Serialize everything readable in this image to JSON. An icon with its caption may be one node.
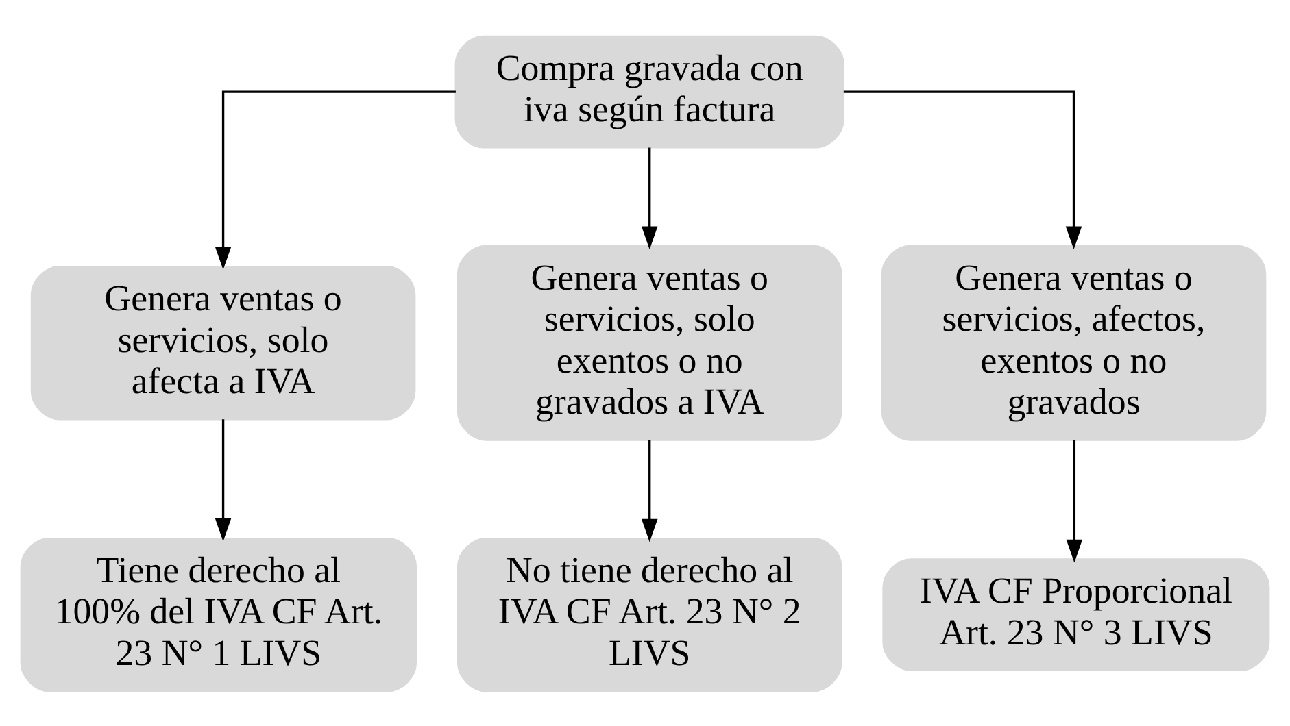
{
  "diagram": {
    "nodes": [
      {
        "text": [
          "Compra gravada con iva según factura"
        ]
      },
      {
        "text": [
          "Genera ventas o servicios, solo afecta a IVA"
        ]
      },
      {
        "text": [
          "Genera ventas o servicios, solo exentos o no gravados a IVA"
        ]
      },
      {
        "text": [
          "Genera ventas o servicios, afectos, exentos o no gravados"
        ]
      },
      {
        "text": [
          "Tiene derecho al 100% del IVA CF Art. 23 N° 1 LIVS"
        ]
      },
      {
        "text": [
          "No tiene derecho al IVA CF Art. 23 N° 2 LIVS"
        ]
      },
      {
        "text": [
          "IVA CF Proporcional Art. 23 N° 3 LIVS"
        ]
      }
    ],
    "edges": [
      {
        "from": 0,
        "to": 1,
        "arrow": "to"
      },
      {
        "from": 0,
        "to": 2,
        "arrow": "to"
      },
      {
        "from": 0,
        "to": 3,
        "arrow": "to"
      },
      {
        "from": 1,
        "to": 4,
        "arrow": "to"
      },
      {
        "from": 2,
        "to": 5,
        "arrow": "to"
      },
      {
        "from": 3,
        "to": 6,
        "arrow": "to"
      }
    ]
  }
}
